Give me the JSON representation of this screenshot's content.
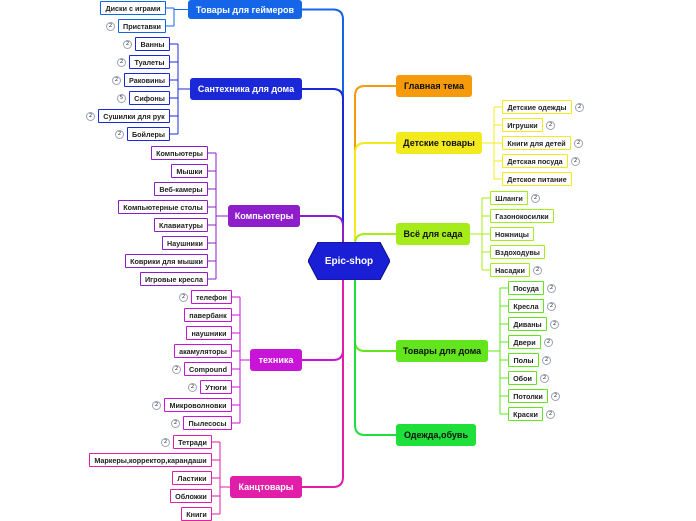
{
  "central": {
    "label": "Epic-shop",
    "color": "#1a1fd6"
  },
  "branches": [
    {
      "key": "gamers",
      "label": "Товары для геймеров",
      "color": "#1565e8",
      "side": "left",
      "children": [
        {
          "label": "Диски с играми"
        },
        {
          "label": "Приставки",
          "count": "2"
        }
      ]
    },
    {
      "key": "plumbing",
      "label": "Сантехника для дома",
      "color": "#1a28d8",
      "side": "left",
      "children": [
        {
          "label": "Ванны",
          "count": "2"
        },
        {
          "label": "Туалеты",
          "count": "2"
        },
        {
          "label": "Раковины",
          "count": "2"
        },
        {
          "label": "Сифоны",
          "count": "5"
        },
        {
          "label": "Сушилки для рук",
          "count": "2"
        },
        {
          "label": "Бойлеры",
          "count": "2"
        }
      ]
    },
    {
      "key": "computers",
      "label": "Компьютеры",
      "color": "#8e1ec9",
      "side": "left",
      "children": [
        {
          "label": "Компьютеры"
        },
        {
          "label": "Мышки"
        },
        {
          "label": "Веб-камеры"
        },
        {
          "label": "Компьютерные столы"
        },
        {
          "label": "Клавиатуры"
        },
        {
          "label": "Наушники"
        },
        {
          "label": "Коврики для мышки"
        },
        {
          "label": "Игровые кресла"
        }
      ]
    },
    {
      "key": "tech",
      "label": "техника",
      "color": "#c814d6",
      "side": "left",
      "children": [
        {
          "label": "телефон",
          "count": "2"
        },
        {
          "label": "павербанк"
        },
        {
          "label": "наушники"
        },
        {
          "label": "акамуляторы"
        },
        {
          "label": "Compound",
          "count": "2"
        },
        {
          "label": "Утюги",
          "count": "2"
        },
        {
          "label": "Микроволновки",
          "count": "2"
        },
        {
          "label": "Пылесосы",
          "count": "2"
        }
      ]
    },
    {
      "key": "stationery",
      "label": "Канцтовары",
      "color": "#e01ea8",
      "side": "left",
      "children": [
        {
          "label": "Тетради",
          "count": "2"
        },
        {
          "label": "Маркеры,корректор,карандаши"
        },
        {
          "label": "Ластики"
        },
        {
          "label": "Обложки"
        },
        {
          "label": "Книги"
        }
      ]
    },
    {
      "key": "main_topic",
      "label": "Главная тема",
      "color": "#f59a0a",
      "side": "right",
      "children": []
    },
    {
      "key": "kids",
      "label": "Детские товары",
      "color": "#f2ea1c",
      "side": "right",
      "children": [
        {
          "label": "Детские одежды",
          "count": "2"
        },
        {
          "label": "Игрушки",
          "count": "2"
        },
        {
          "label": "Книги для детей",
          "count": "2"
        },
        {
          "label": "Детская посуда",
          "count": "2"
        },
        {
          "label": "Детское питание"
        }
      ]
    },
    {
      "key": "garden",
      "label": "Всё для сада",
      "color": "#a6ec1a",
      "side": "right",
      "children": [
        {
          "label": "Шланги",
          "count": "2"
        },
        {
          "label": "Газонокосилки"
        },
        {
          "label": "Ножницы"
        },
        {
          "label": "Вздоходувы"
        },
        {
          "label": "Насадки",
          "count": "2"
        }
      ]
    },
    {
      "key": "home",
      "label": "Товары для дома",
      "color": "#62e51c",
      "side": "right",
      "children": [
        {
          "label": "Посуда",
          "count": "2"
        },
        {
          "label": "Кресла",
          "count": "2"
        },
        {
          "label": "Диваны",
          "count": "2"
        },
        {
          "label": "Двери",
          "count": "2"
        },
        {
          "label": "Полы",
          "count": "2"
        },
        {
          "label": "Обои",
          "count": "2"
        },
        {
          "label": "Потолки",
          "count": "2"
        },
        {
          "label": "Краски",
          "count": "2"
        }
      ]
    },
    {
      "key": "clothes",
      "label": "Одежда,обувь",
      "color": "#1fe03a",
      "side": "right",
      "children": []
    }
  ]
}
